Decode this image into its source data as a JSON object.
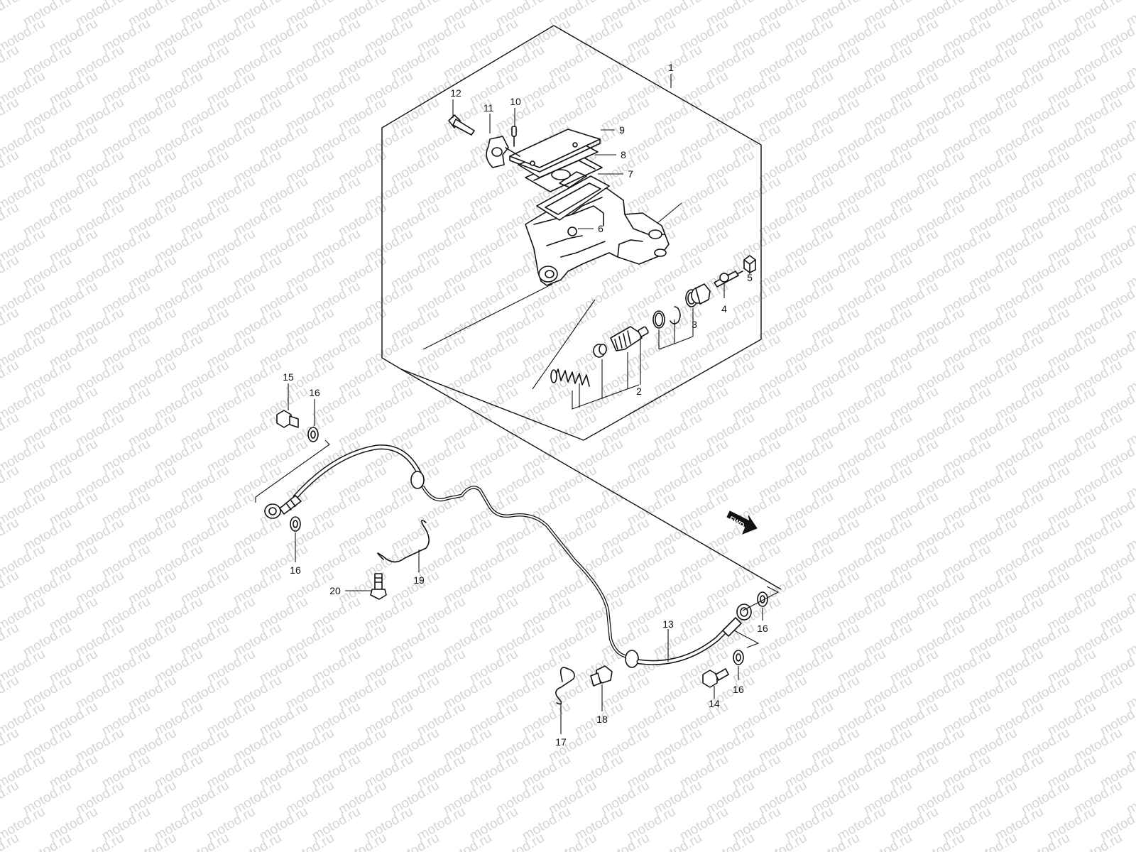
{
  "watermark_text": "motod.ru",
  "direction_label": "FWD",
  "parts": [
    {
      "id": "1"
    },
    {
      "id": "2"
    },
    {
      "id": "3"
    },
    {
      "id": "4"
    },
    {
      "id": "5"
    },
    {
      "id": "6"
    },
    {
      "id": "7"
    },
    {
      "id": "8"
    },
    {
      "id": "9"
    },
    {
      "id": "10"
    },
    {
      "id": "11"
    },
    {
      "id": "12"
    },
    {
      "id": "13"
    },
    {
      "id": "14"
    },
    {
      "id": "15"
    },
    {
      "id": "16"
    },
    {
      "id": "17"
    },
    {
      "id": "18"
    },
    {
      "id": "19"
    },
    {
      "id": "20"
    }
  ]
}
